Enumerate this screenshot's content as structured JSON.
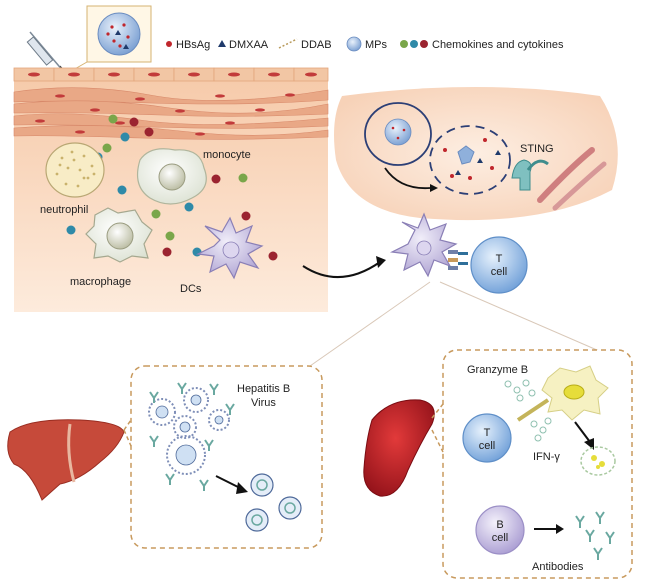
{
  "legend": {
    "items": [
      {
        "label": "HBsAg",
        "color": "#c0262c",
        "icon": "dot-icon"
      },
      {
        "label": "DMXAA",
        "color": "#1f3a6b",
        "icon": "triangle-icon"
      },
      {
        "label": "DDAB",
        "color": "#b89a5a",
        "icon": "dashed-line-icon"
      },
      {
        "label": "MPs",
        "color": "#8fb0db",
        "icon": "sphere-icon"
      },
      {
        "label": "Chemokines and cytokines",
        "colors": [
          "#7aa64a",
          "#2f8aa8",
          "#9b2430"
        ],
        "icon": "three-dots-icon"
      }
    ]
  },
  "tissue": {
    "cells": {
      "neutrophil": "neutrophil",
      "monocyte": "monocyte",
      "macrophage": "macrophage",
      "dcs": "DCs"
    }
  },
  "zoom": {
    "sting": "STING"
  },
  "interaction": {
    "t_cell_line1": "T",
    "t_cell_line2": "cell"
  },
  "hbv_panel": {
    "title_line1": "Hepatitis B",
    "title_line2": "Virus"
  },
  "immune_panel": {
    "granzyme": "Granzyme B",
    "t_cell_line1": "T",
    "t_cell_line2": "cell",
    "ifn": "IFN-γ",
    "b_cell_line1": "B",
    "b_cell_line2": "cell",
    "antibodies": "Antibodies"
  },
  "colors": {
    "tissue_bg": "#fbe3cf",
    "skin_top": "#f0c19d",
    "muscle": "#e7a482",
    "panel_border": "#c89a5e",
    "t_cell": "#9cc2ea",
    "dc": "#c9bfe0",
    "liver": "#c64a3a",
    "spleen": "#b21d24"
  }
}
